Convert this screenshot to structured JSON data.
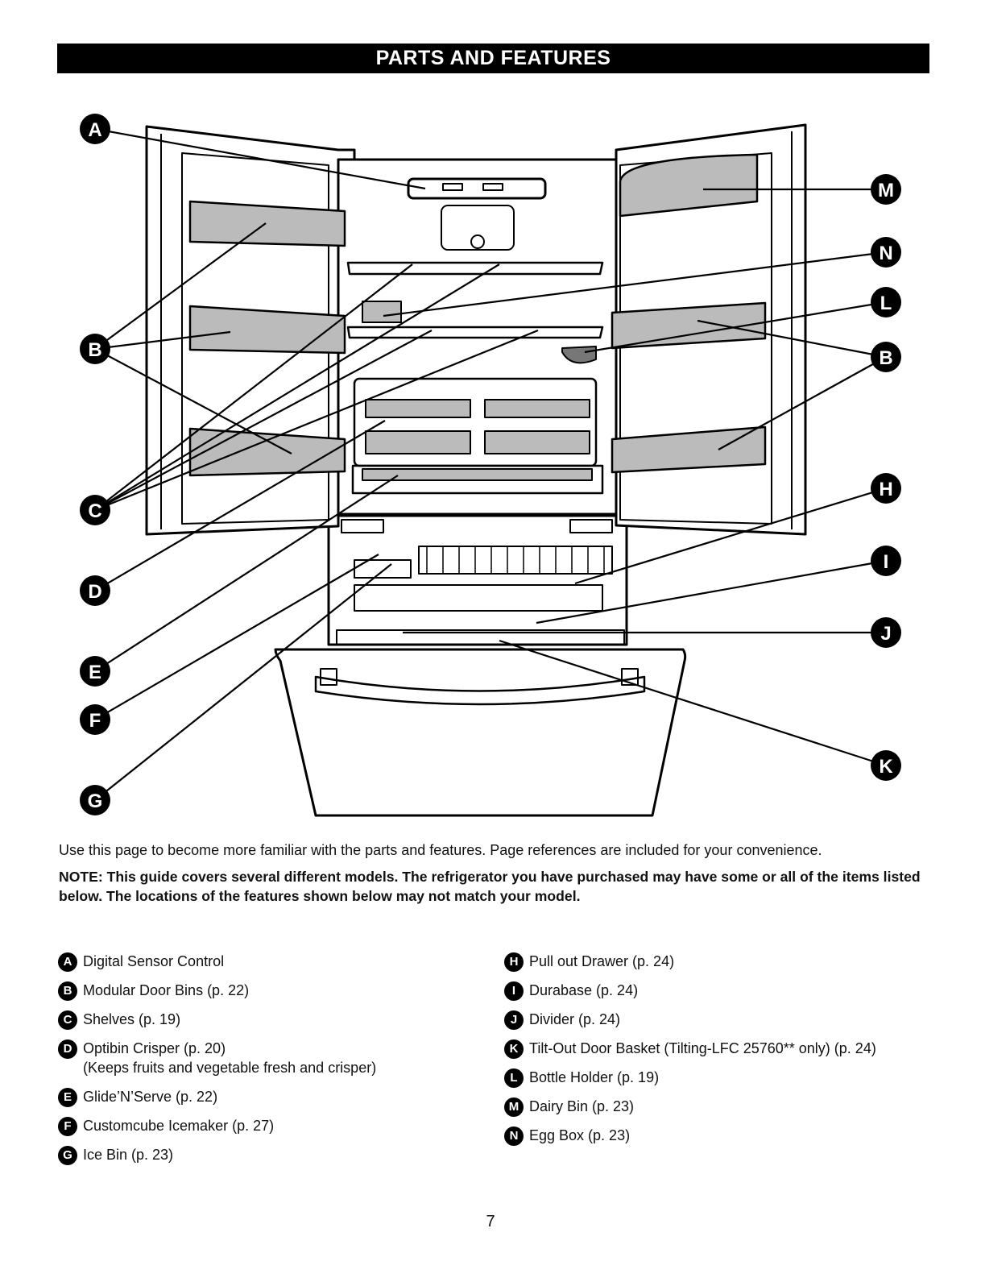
{
  "header": {
    "title": "PARTS AND FEATURES"
  },
  "diagram": {
    "callouts": [
      "A",
      "B",
      "C",
      "D",
      "E",
      "F",
      "G",
      "H",
      "I",
      "J",
      "K",
      "L",
      "M",
      "N"
    ]
  },
  "intro": "Use this page to become more familiar with the parts and features. Page references are included for your convenience.",
  "note": "NOTE: This guide covers several different models. The refrigerator you have purchased may have some or all of the items listed below. The locations of the features shown below may not match your model.",
  "legend_left": [
    {
      "letter": "A",
      "label": "Digital Sensor Control",
      "sub": ""
    },
    {
      "letter": "B",
      "label": "Modular Door Bins (p. 22)",
      "sub": ""
    },
    {
      "letter": "C",
      "label": "Shelves (p. 19)",
      "sub": ""
    },
    {
      "letter": "D",
      "label": "Optibin Crisper (p. 20)",
      "sub": "(Keeps fruits and vegetable fresh and crisper)"
    },
    {
      "letter": "E",
      "label": "Glide’N’Serve (p. 22)",
      "sub": ""
    },
    {
      "letter": "F",
      "label": "Customcube Icemaker (p. 27)",
      "sub": ""
    },
    {
      "letter": "G",
      "label": "Ice Bin (p. 23)",
      "sub": ""
    }
  ],
  "legend_right": [
    {
      "letter": "H",
      "label": "Pull out Drawer (p. 24)"
    },
    {
      "letter": "I",
      "label": "Durabase (p. 24)"
    },
    {
      "letter": "J",
      "label": "Divider (p. 24)"
    },
    {
      "letter": "K",
      "label": "Tilt-Out Door Basket (Tilting-LFC 25760** only) (p. 24)"
    },
    {
      "letter": "L",
      "label": "Bottle Holder (p. 19)"
    },
    {
      "letter": "M",
      "label": "Dairy Bin (p. 23)"
    },
    {
      "letter": "N",
      "label": "Egg Box (p. 23)"
    }
  ],
  "page_number": "7"
}
